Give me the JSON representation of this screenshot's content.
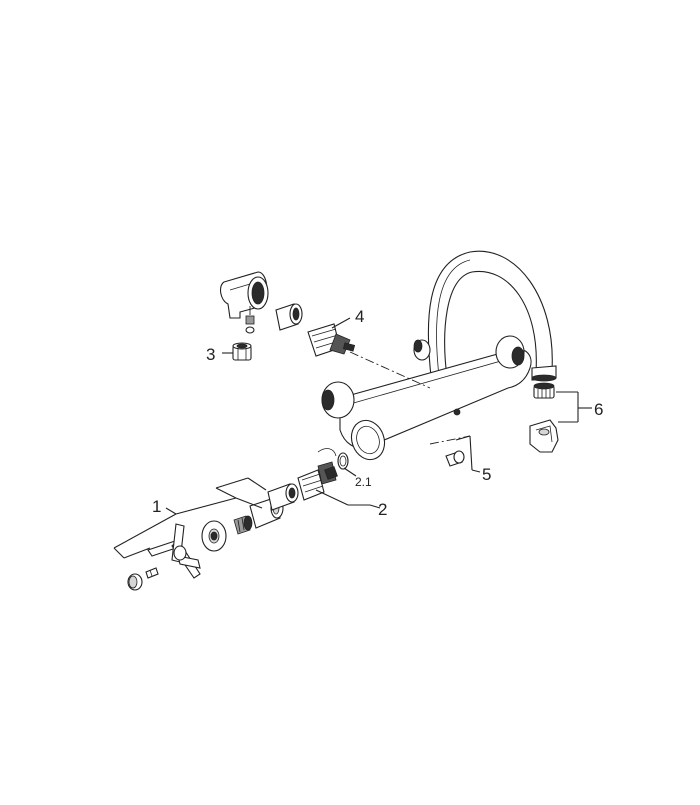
{
  "callouts": {
    "c1": "1",
    "c2": "2",
    "c2_1": "2.1",
    "c3": "3",
    "c4": "4",
    "c5": "5",
    "c6": "6"
  }
}
